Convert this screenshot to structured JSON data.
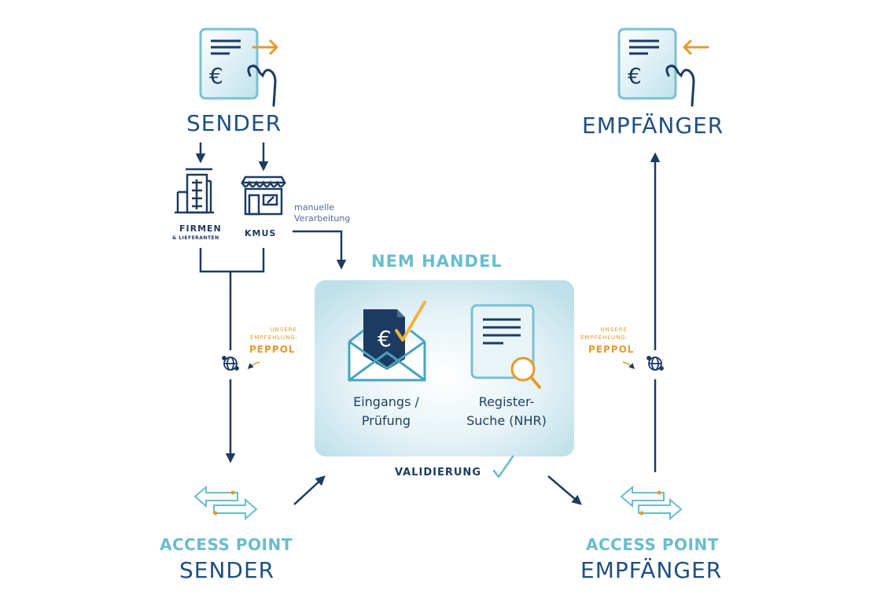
{
  "sender": {
    "label": "SENDER"
  },
  "receiver": {
    "label": "EMPFÄNGER"
  },
  "firmen": {
    "title": "FIRMEN",
    "subtitle": "& LIEFERANTEN"
  },
  "kmus": {
    "label": "KMUS"
  },
  "manual": {
    "line1": "manuelle",
    "line2": "Verarbeitung"
  },
  "nem_handel": {
    "title": "NEM HANDEL"
  },
  "card": {
    "incoming": {
      "line1": "Eingangs /",
      "line2": "Prüfung"
    },
    "register": {
      "line1": "Register-",
      "line2": "Suche (NHR)"
    }
  },
  "validation": {
    "label": "VALIDIERUNG"
  },
  "recommendation_left": {
    "line1": "UNSERE",
    "line2": "EMPFEHLUNG:",
    "network": "PEPPOL"
  },
  "recommendation_right": {
    "line1": "UNSERE",
    "line2": "EMPFEHLUNG:",
    "network": "PEPPOL"
  },
  "access_point_sender": {
    "line1": "ACCESS POINT",
    "line2": "SENDER"
  },
  "access_point_receiver": {
    "line1": "ACCESS POINT",
    "line2": "EMPFÄNGER"
  },
  "colors": {
    "navy": "#1d3b62",
    "teal": "#6bbccc",
    "orange": "#e69a2b",
    "panel": "#d6ebf1"
  }
}
